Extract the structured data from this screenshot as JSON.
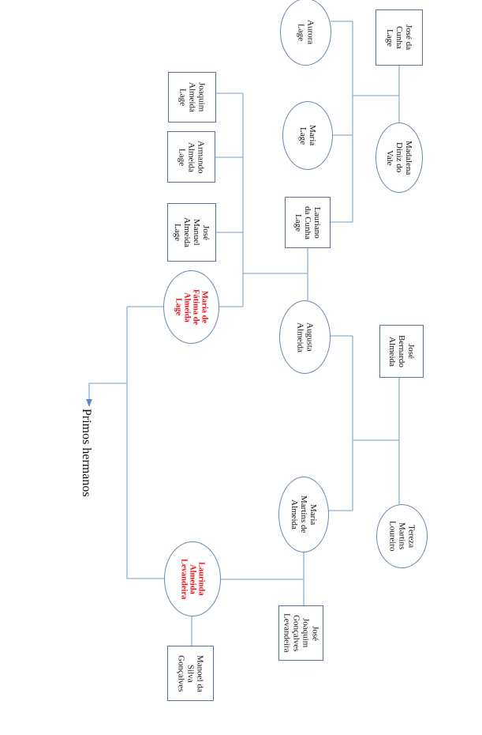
{
  "diagram": {
    "line_color": "#8fb1d4",
    "highlight_color": "#e8141c",
    "nodes": {
      "jose_da_cunha_lage": "José da\nCunha\nLage",
      "aurora_lage": "Aurora\nLage",
      "madalena_diniz_do_vale": "Madalena\nDiniz do\nVale",
      "maria_lage": "Maria\nLage",
      "lauriano_da_cunha_lage": "Lauriano\nda Cunha\nLage",
      "joaquim_almeida_lage": "Joaquim\nAlmeida\nLage",
      "armando_almeida_lage": "Armando\nAlmeida\nLage",
      "jose_manuel_almeida_lage": "José\nManuel\nAlmeida\nLage",
      "maria_de_fatima_de_almeida_lage": "Maria de\nFátima de\nAlmeida\nLage",
      "augusta_almeida": "Augusta\nAlmeida",
      "jose_bernardo_almeida": "José\nBernardo\nAlmeida",
      "tereza_martins_loureiro": "Tereza\nMartins\nLoureiro",
      "maria_martins_de_almeida": "Maria\nMartins de\nAlmeida",
      "laurinda_almeida_levandeira": "Laurinda\nAlmeida\nLevandeira",
      "jose_joaquim_goncalves_levandeira": "José\nJoaquim\nGonçalves\nLevandeira",
      "manoel_da_silva_goncalves": "Manoel da\nSilva\nGonçalves"
    },
    "caption": "Primos hermanos"
  }
}
